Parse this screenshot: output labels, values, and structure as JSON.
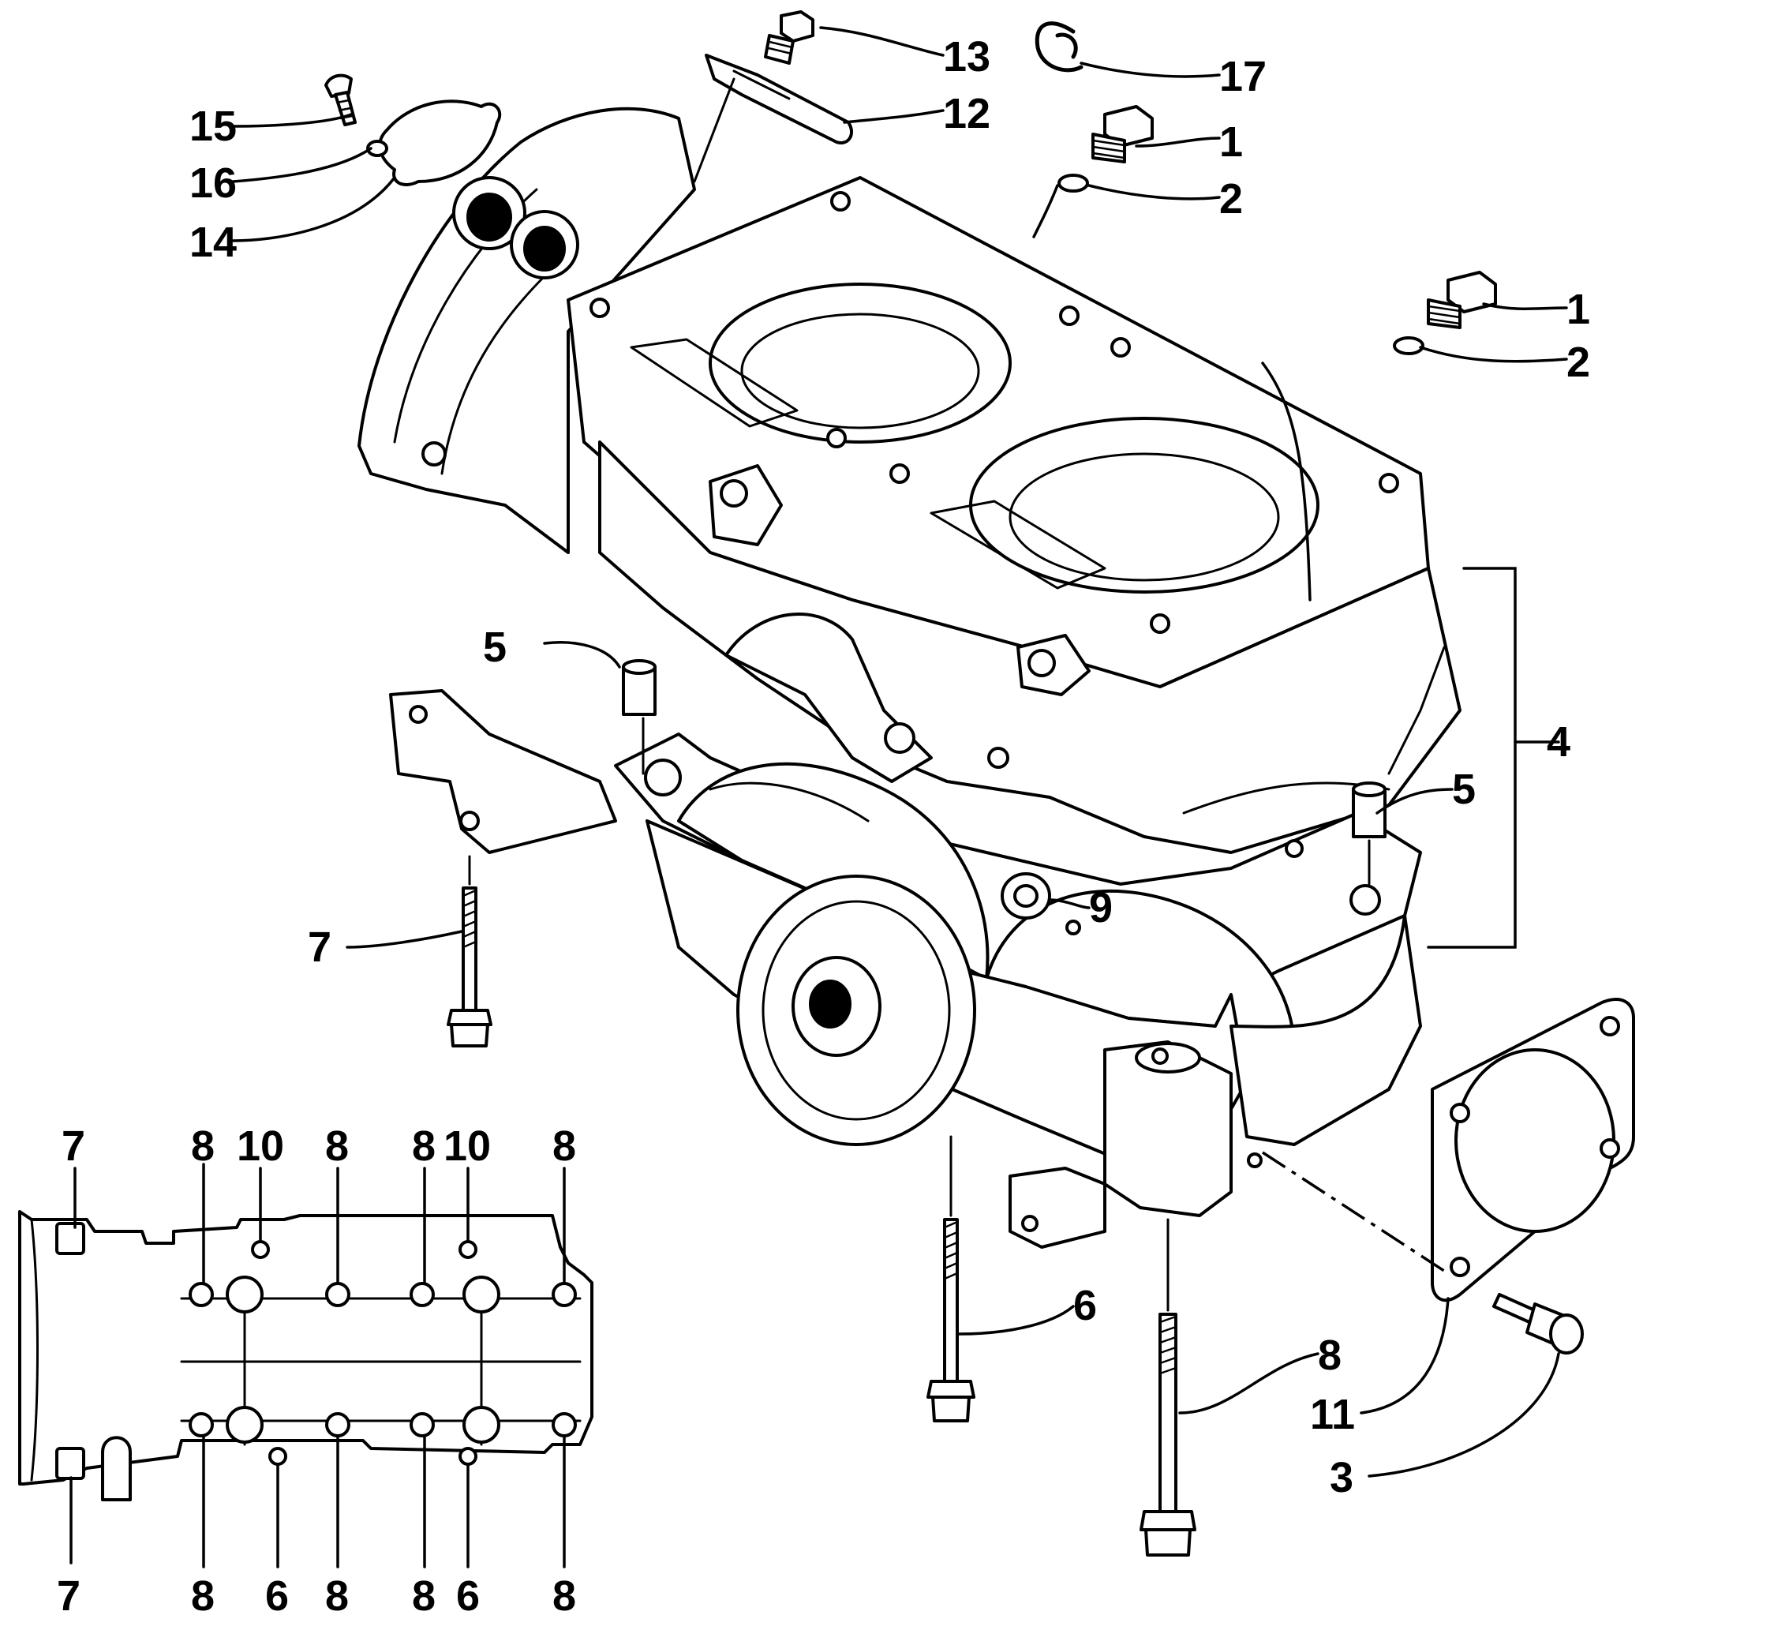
{
  "callouts": {
    "c1a": "1",
    "c1b": "1",
    "c2a": "2",
    "c2b": "2",
    "c3": "3",
    "c4": "4",
    "c5a": "5",
    "c5b": "5",
    "c6": "6",
    "c7": "7",
    "c8": "8",
    "c9": "9",
    "c11": "11",
    "c12": "12",
    "c13": "13",
    "c14": "14",
    "c15": "15",
    "c16": "16",
    "c17": "17"
  },
  "inset": {
    "top_labels": [
      "7",
      "8",
      "10",
      "8",
      "8",
      "10",
      "8"
    ],
    "bottom_labels": [
      "7",
      "8",
      "6",
      "8",
      "8",
      "6",
      "8"
    ]
  }
}
